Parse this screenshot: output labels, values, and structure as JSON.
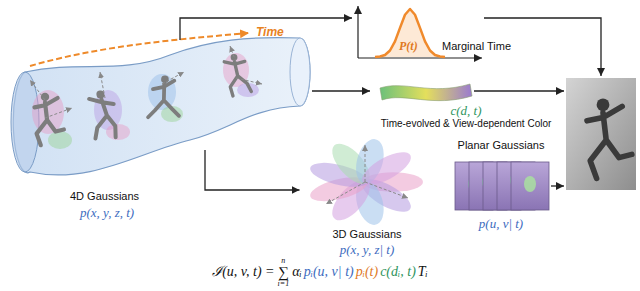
{
  "diagram": {
    "nodes": [
      {
        "text": [
          "4D Gaussians",
          "p(x, y, z, t)"
        ]
      },
      {
        "text": [
          "P(t)",
          "Marginal Time"
        ]
      },
      {
        "text": [
          "c(d, t)",
          "Time-evolved & View-dependent Color"
        ]
      },
      {
        "text": [
          "3D Gaussians",
          "p(x, y, z| t)"
        ]
      },
      {
        "text": [
          "Planar Gaussians",
          "p(u, v| t)"
        ]
      }
    ],
    "edges": [
      {
        "from": 0,
        "to": 1,
        "arrow": "to"
      },
      {
        "from": 0,
        "to": 2,
        "arrow": "to"
      },
      {
        "from": 0,
        "to": 3,
        "arrow": "to"
      }
    ],
    "labels": [
      "Time",
      "ℐ(u, v, t) =",
      "n",
      "∑",
      "i=1",
      "αᵢ",
      "pᵢ(u, v| t)",
      "pᵢ(t)",
      "c(dᵢ, t)",
      "Tᵢ"
    ]
  }
}
